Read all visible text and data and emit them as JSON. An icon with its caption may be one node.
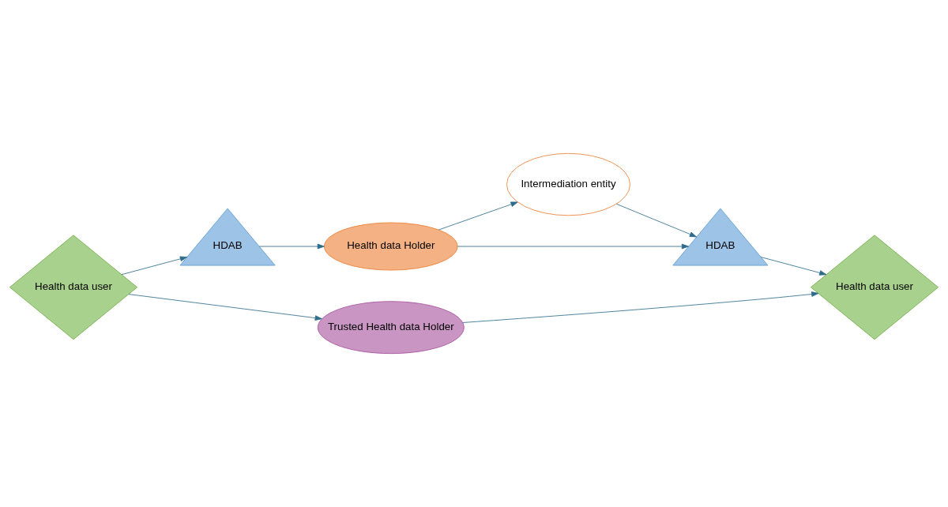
{
  "diagram": {
    "nodes": [
      {
        "text": [
          "Health data user"
        ]
      },
      {
        "text": [
          "HDAB"
        ]
      },
      {
        "text": [
          "Health data Holder"
        ]
      },
      {
        "text": [
          "Intermediation entity"
        ]
      },
      {
        "text": [
          "HDAB"
        ]
      },
      {
        "text": [
          "Health data user"
        ]
      },
      {
        "text": [
          "Trusted Health data Holder"
        ]
      }
    ],
    "edges": [
      {
        "from": 0,
        "to": 1,
        "arrow": "to"
      },
      {
        "from": 1,
        "to": 2,
        "arrow": "to"
      },
      {
        "from": 2,
        "to": 3,
        "arrow": "to"
      },
      {
        "from": 2,
        "to": 4,
        "arrow": "to"
      },
      {
        "from": 3,
        "to": 4,
        "arrow": "to"
      },
      {
        "from": 4,
        "to": 5,
        "arrow": "to"
      },
      {
        "from": 0,
        "to": 6,
        "arrow": "to"
      },
      {
        "from": 6,
        "to": 5,
        "arrow": "to"
      }
    ]
  }
}
